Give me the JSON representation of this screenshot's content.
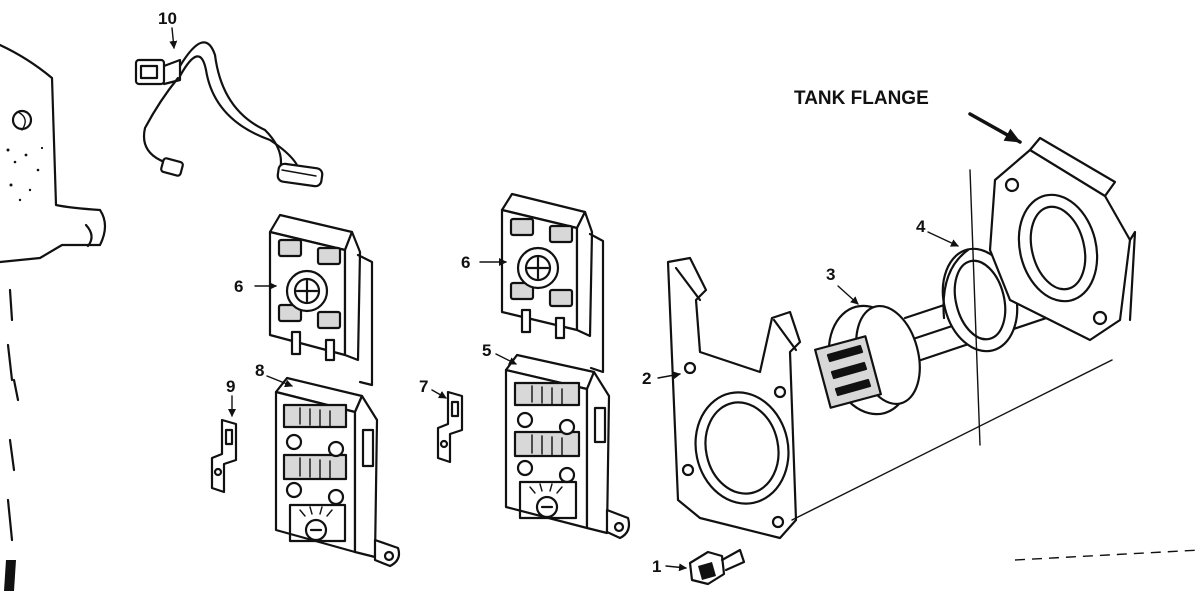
{
  "diagram": {
    "flange_label": "TANK FLANGE",
    "callouts": {
      "c1": "1",
      "c2": "2",
      "c3": "3",
      "c4": "4",
      "c5": "5",
      "c6a": "6",
      "c6b": "6",
      "c7": "7",
      "c8": "8",
      "c9": "9",
      "c10": "10"
    }
  }
}
